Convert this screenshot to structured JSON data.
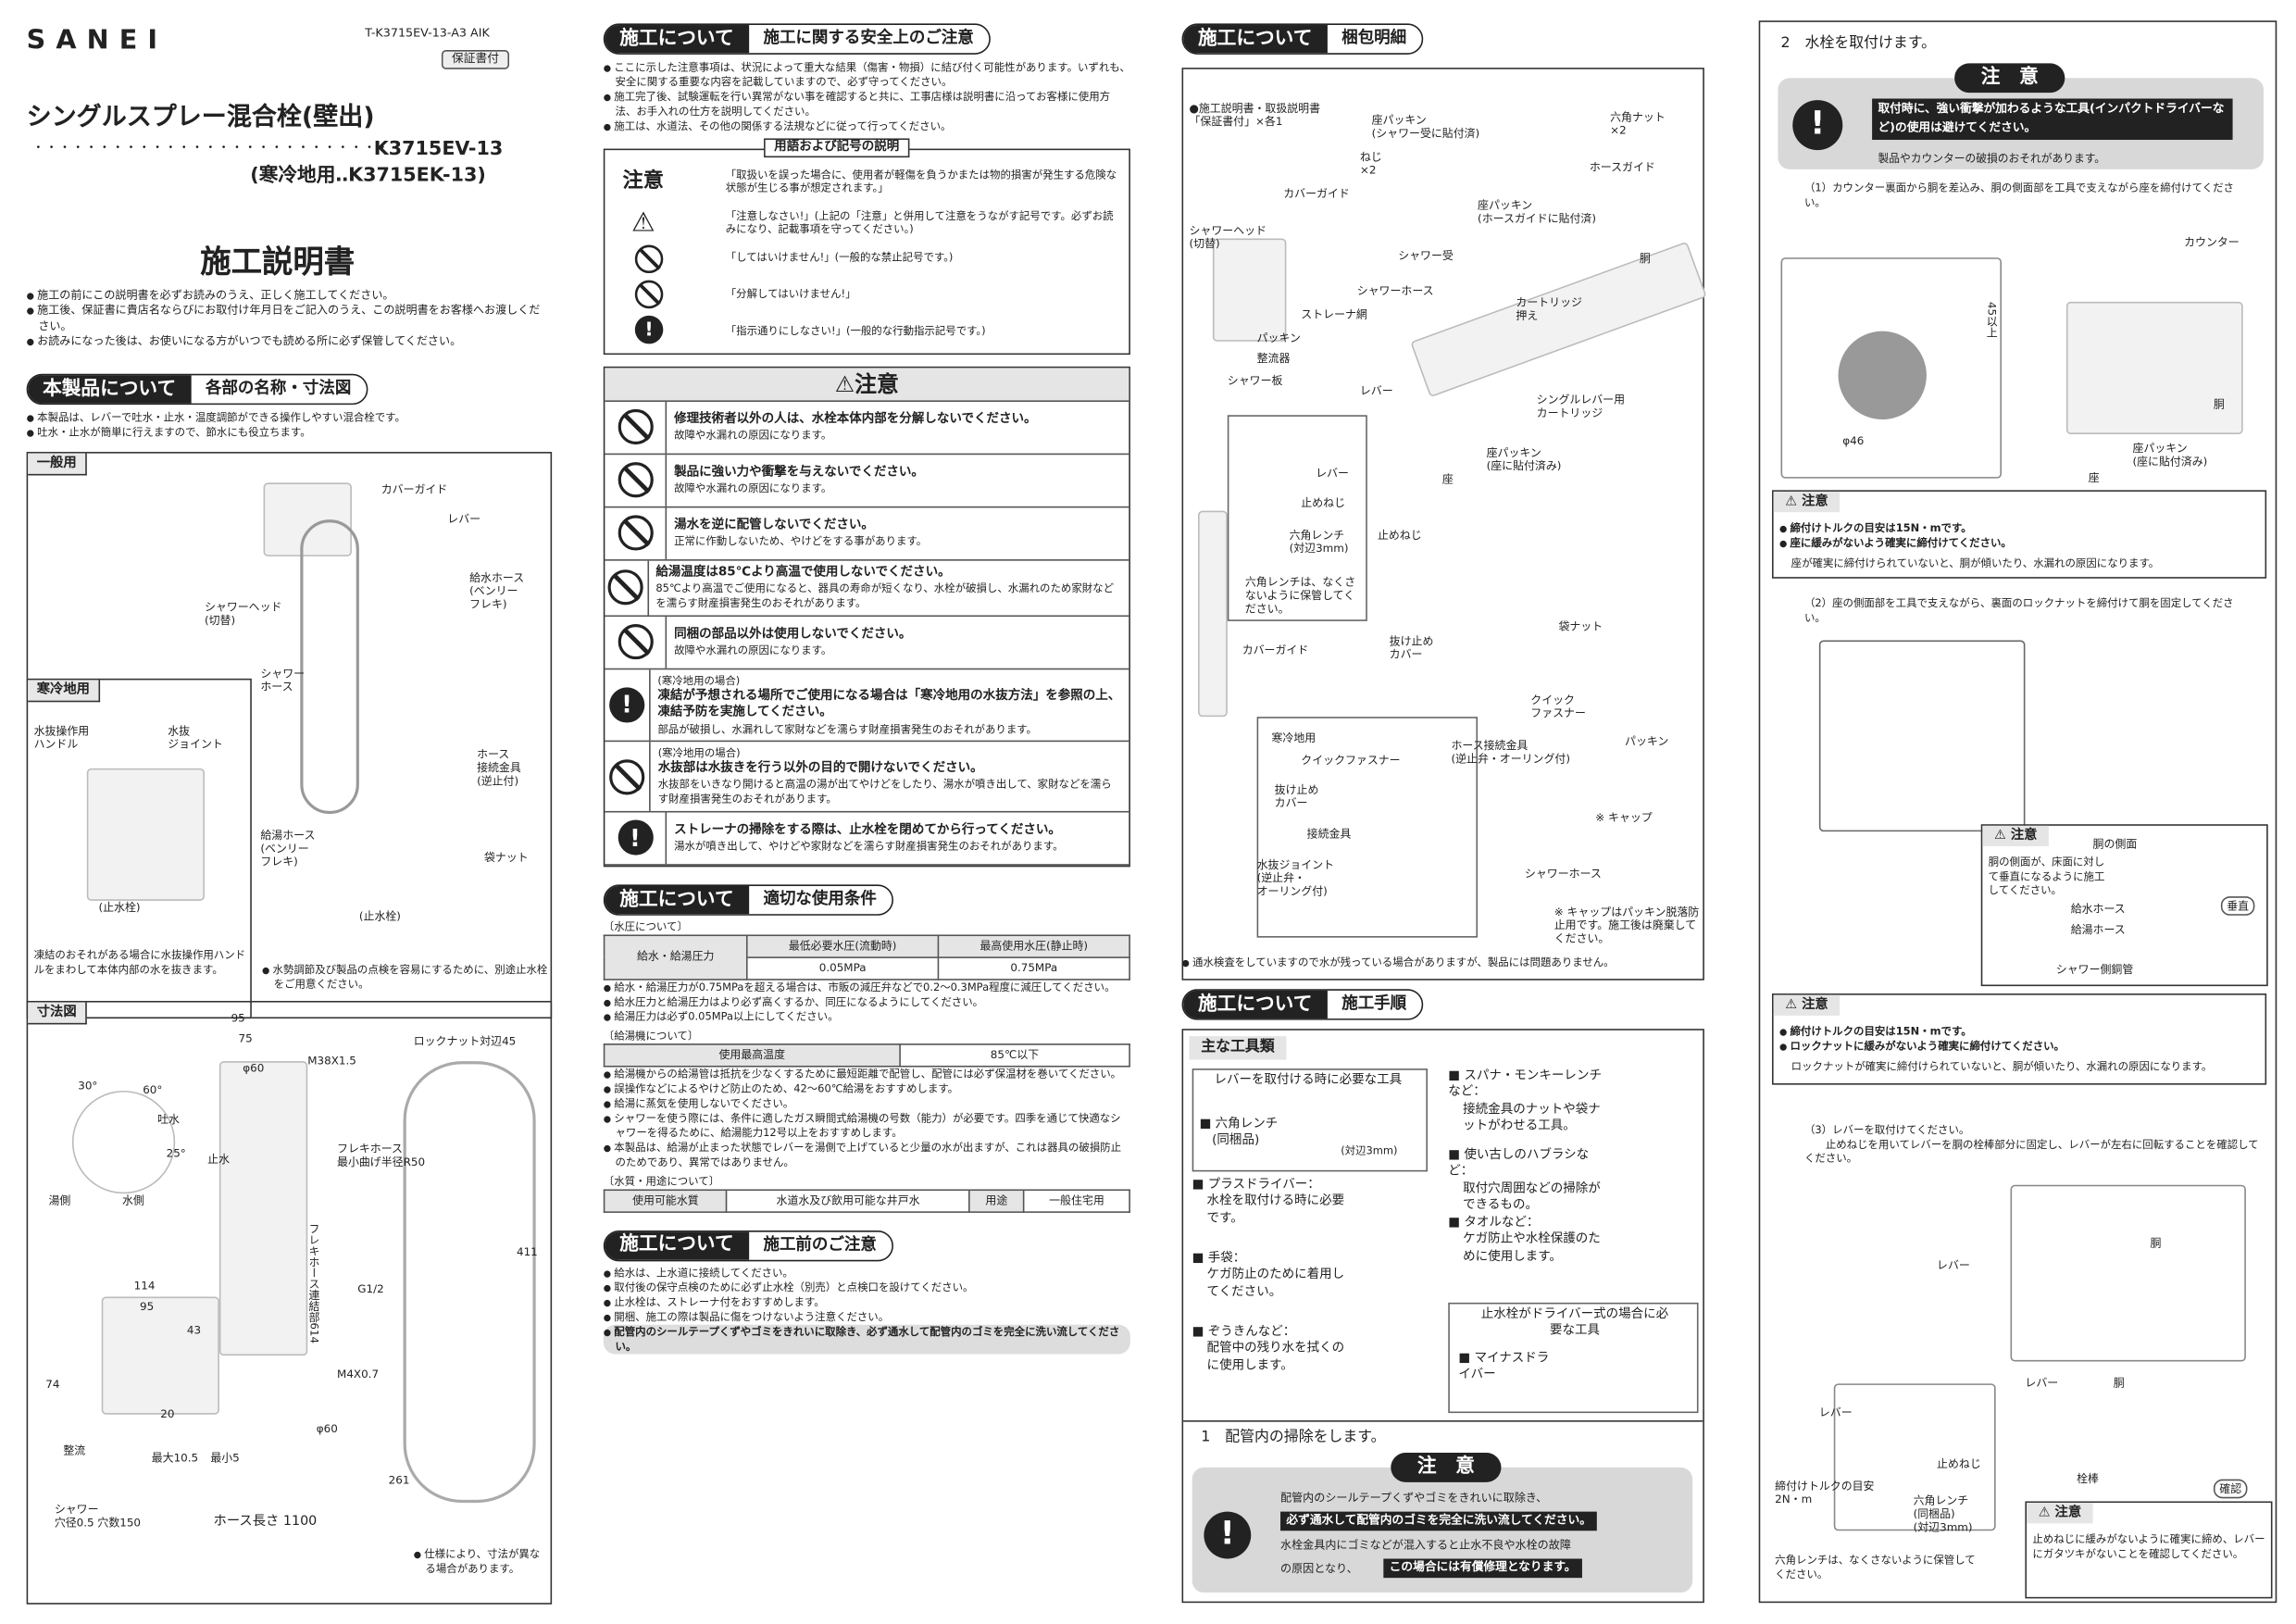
{
  "header": {
    "brand": "SANEI",
    "doc_code": "T-K3715EV-13-A3 AIK",
    "warranty": "保証書付",
    "title": "シングルスプレー混合栓(壁出)",
    "dots": "・・・・・・・・・・・・・・・・・・・・・・・・・・・・・・",
    "model": "K3715EV-13",
    "model_cold": "(寒冷地用‥K3715EK-13)",
    "manual_title": "施工説明書",
    "intro": [
      "施工の前にこの説明書を必ずお読みのうえ、正しく施工してください。",
      "施工後、保証書に貴店名ならびにお取付け年月日をご記入のうえ、この説明書をお客様へお渡しください。",
      "お読みになった後は、お使いになる方がいつでも読める所に必ず保管してください。"
    ]
  },
  "product": {
    "pill_a": "本製品について",
    "pill_b": "各部の名称・寸法図",
    "bullets": [
      "本製品は、レバーで吐水・止水・温度調節ができる操作しやすい混合栓です。",
      "吐水・止水が簡単に行えますので、節水にも役立ちます。"
    ],
    "general": {
      "tag": "一般用",
      "labels": [
        "カバーガイド",
        "レバー",
        "シャワーヘッド\n(切替)",
        "給水ホース\n(ベンリー\nフレキ)",
        "シャワー\nホース",
        "ホース\n接続金具\n(逆止付)",
        "給湯ホース\n(ベンリー\nフレキ)",
        "袋ナット",
        "(止水栓)",
        "(止水栓)"
      ]
    },
    "cold": {
      "tag": "寒冷地用",
      "labels": [
        "水抜操作用\nハンドル",
        "水抜\nジョイント"
      ],
      "note": "凍結のおそれがある場合に水抜操作用ハンドルをまわして本体内部の水を抜きます。"
    },
    "note2": "水勢調節及び製品の点検を容易にするために、別途止水栓をご用意ください。",
    "dims": {
      "tag": "寸法図",
      "labels": [
        "95",
        "75",
        "φ60",
        "M38X1.5",
        "ロックナット対辺45",
        "30°",
        "60°",
        "吐水",
        "25°",
        "止水",
        "湯側",
        "水側",
        "フレキホース\n最小曲げ半径R50",
        "フレキホース連結部614",
        "411",
        "114",
        "95",
        "43",
        "74",
        "20",
        "G1/2",
        "M4X0.7",
        "整流",
        "最大10.5",
        "最小5",
        "φ60",
        "シャワー\n穴径0.5 穴数150",
        "ホース長さ 1100",
        "261"
      ],
      "note": "仕様により、寸法が異なる場合があります。"
    }
  },
  "safety": {
    "pill_a": "施工について",
    "pill_b": "施工に関する安全上のご注意",
    "bullets": [
      "ここに示した注意事項は、状況によって重大な結果（傷害・物損）に結び付く可能性があります。いずれも、安全に関する重要な内容を記載していますので、必ず守ってください。",
      "施工完了後、試験運転を行い異常がない事を確認すると共に、工事店様は説明書に沿ってお客様に使用方法、お手入れの仕方を説明してください。",
      "施工は、水道法、その他の関係する法規などに従って行ってください。"
    ],
    "legend_title": "用語および記号の説明",
    "legend_head": "注意",
    "legend": [
      "「取扱いを誤った場合に、使用者が軽傷を負うかまたは物的損害が発生する危険な状態が生じる事が想定されます。」",
      "「注意しなさい!」(上記の「注意」と併用して注意をうながす記号です。必ずお読みになり、記載事項を守ってください。)",
      "「してはいけません!」(一般的な禁止記号です。)",
      "「分解してはいけません!」",
      "「指示通りにしなさい!」(一般的な行動指示記号です。)"
    ],
    "caution_title": "注意",
    "cautions": [
      {
        "icon": "no-disassemble",
        "pre": "",
        "main": "修理技術者以外の人は、水栓本体内部を分解しないでください。",
        "sub": "故障や水漏れの原因になります。"
      },
      {
        "icon": "prohibit",
        "pre": "",
        "main": "製品に強い力や衝撃を与えないでください。",
        "sub": "故障や水漏れの原因になります。"
      },
      {
        "icon": "prohibit",
        "pre": "",
        "main": "湯水を逆に配管しないでください。",
        "sub": "正常に作動しないため、やけどをする事があります。"
      },
      {
        "icon": "prohibit",
        "pre": "",
        "main": "給湯温度は85℃より高温で使用しないでください。",
        "sub": "85℃より高温でご使用になると、器具の寿命が短くなり、水栓が破損し、水漏れのため家財などを濡らす財産損害発生のおそれがあります。"
      },
      {
        "icon": "prohibit",
        "pre": "",
        "main": "同梱の部品以外は使用しないでください。",
        "sub": "故障や水漏れの原因になります。"
      },
      {
        "icon": "instruct",
        "pre": "(寒冷地用の場合)",
        "main": "凍結が予想される場所でご使用になる場合は「寒冷地用の水抜方法」を参照の上、凍結予防を実施してください。",
        "sub": "部品が破損し、水漏れして家財などを濡らす財産損害発生のおそれがあります。"
      },
      {
        "icon": "prohibit",
        "pre": "(寒冷地用の場合)",
        "main": "水抜部は水抜きを行う以外の目的で開けないでください。",
        "sub": "水抜部をいきなり開けると高温の湯が出てやけどをしたり、湯水が噴き出して、家財などを濡らす財産損害発生のおそれがあります。"
      },
      {
        "icon": "instruct",
        "pre": "",
        "main": "ストレーナの掃除をする際は、止水栓を閉めてから行ってください。",
        "sub": "湯水が噴き出して、やけどや家財などを濡らす財産損害発生のおそれがあります。"
      }
    ]
  },
  "conditions": {
    "pill_a": "施工について",
    "pill_b": "適切な使用条件",
    "pressure_head": "〔水圧について〕",
    "pressure_table": {
      "headers": [
        "",
        "最低必要水圧(流動時)",
        "最高使用水圧(静止時)"
      ],
      "row": [
        "給水・給湯圧力",
        "0.05MPa",
        "0.75MPa"
      ]
    },
    "pressure_notes": [
      "給水・給湯圧力が0.75MPaを超える場合は、市販の減圧弁などで0.2～0.3MPa程度に減圧してください。",
      "給水圧力と給湯圧力はより必ず高くするか、同圧になるようにしてください。",
      "給湯圧力は必ず0.05MPa以上にしてください。"
    ],
    "heater_head": "〔給湯機について〕",
    "heater_table": [
      "使用最高温度",
      "85℃以下"
    ],
    "heater_notes": [
      "給湯機からの給湯管は抵抗を少なくするために最短距離で配管し、配管には必ず保温材を巻いてください。",
      "誤操作などによるやけど防止のため、42～60℃給湯をおすすめします。",
      "給湯に蒸気を使用しないでください。",
      "シャワーを使う際には、条件に適したガス瞬間式給湯機の号数（能力）が必要です。四季を通じて快適なシャワーを得るために、給湯能力12号以上をおすすめします。",
      "本製品は、給湯が止まった状態でレバーを湯側で上げていると少量の水が出ますが、これは器具の破損防止のためであり、異常ではありません。"
    ],
    "quality_head": "〔水質・用途について〕",
    "quality_table": [
      "使用可能水質",
      "水道水及び飲用可能な井戸水",
      "用途",
      "一般住宅用"
    ]
  },
  "before": {
    "pill_a": "施工について",
    "pill_b": "施工前のご注意",
    "bullets": [
      "給水は、上水道に接続してください。",
      "取付後の保守点検のために必ず止水栓（別売）と点検口を設けてください。",
      "止水栓は、ストレーナ付をおすすめします。",
      "開梱、施工の際は製品に傷をつけないよう注意ください。",
      "配管内のシールテープくずやゴミをきれいに取除き、必ず通水して配管内のゴミを完全に洗い流してください。"
    ]
  },
  "package": {
    "pill_a": "施工について",
    "pill_b": "梱包明細",
    "labels": [
      "●施工説明書・取扱説明書\n「保証書付」×各1",
      "座パッキン\n(シャワー受に貼付済)",
      "六角ナット\n×2",
      "ねじ\n×2",
      "ホースガイド",
      "カバーガイド",
      "座パッキン\n(ホースガイドに貼付済)",
      "胴",
      "シャワーヘッド\n(切替)",
      "シャワー受",
      "シャワーホース",
      "カートリッジ\n押え",
      "ストレーナ網",
      "パッキン",
      "整流器",
      "シャワー板",
      "レバー",
      "シングルレバー用\nカートリッジ",
      "座パッキン\n(座に貼付済み)",
      "座",
      "レバー",
      "止めねじ",
      "六角レンチ\n(対辺3mm)",
      "止めねじ",
      "六角レンチは、なくさないように保管してください。",
      "カバーガイド",
      "袋ナット",
      "抜け止め\nカバー",
      "クイック\nファスナー",
      "パッキン",
      "ホース接続金具\n(逆止弁・オーリング付)",
      "※ キャップ",
      "寒冷地用",
      "クイックファスナー",
      "抜け止め\nカバー",
      "接続金具",
      "水抜ジョイント\n(逆止弁・\nオーリング付)",
      "シャワーホース",
      "※ キャップはパッキン脱落防止用です。施工後は廃棄してください。"
    ],
    "footnote": "通水検査をしていますので水が残っている場合がありますが、製品には問題ありません。"
  },
  "procedure": {
    "pill_a": "施工について",
    "pill_b": "施工手順",
    "tools_title": "主な工具類",
    "tools_box": "レバーを取付ける時に必要な工具",
    "tools": [
      {
        "name": "六角レンチ",
        "desc": "(同梱品)",
        "extra": "(対辺3mm)"
      },
      {
        "name": "プラスドライバー：",
        "desc": "水栓を取付ける時に必要です。"
      },
      {
        "name": "手袋：",
        "desc": "ケガ防止のために着用してください。"
      },
      {
        "name": "ぞうきんなど：",
        "desc": "配管中の残り水を拭くのに使用します。"
      },
      {
        "name": "スパナ・モンキーレンチなど：",
        "desc": "接続金具のナットや袋ナットがわせる工具。"
      },
      {
        "name": "使い古しのハブラシなど：",
        "desc": "取付穴周囲などの掃除ができるもの。"
      },
      {
        "name": "タオルなど：",
        "desc": "ケガ防止や水栓保護のために使用します。"
      }
    ],
    "driver_box": "止水栓がドライバー式の場合に必要な工具",
    "driver_tool": "マイナスドライバー",
    "step1": "1　配管内の掃除をします。",
    "step1_caution": "注　意",
    "step1_text": [
      "配管内のシールテープくずやゴミをきれいに取除き、",
      "必ず通水して配管内のゴミを完全に洗い流してください。",
      "水栓金具内にゴミなどが混入すると止水不良や水栓の故障",
      "の原因となり、",
      "この場合には有償修理となります。"
    ]
  },
  "install": {
    "step2": "2　水栓を取付けます。",
    "caution": "注　意",
    "caution_text": "取付時に、強い衝撃が加わるような工具(インパクトドライバーなど)の使用は避けてください。",
    "caution_sub": "製品やカウンターの破損のおそれがあります。",
    "sub1": "（1）カウンター裏面から胴を差込み、胴の側面部を工具で支えながら座を締付けてください。",
    "sub1_labels": [
      "カウンター",
      "45以上",
      "φ46",
      "胴",
      "座",
      "座パッキン\n(座に貼付済み)"
    ],
    "note1_title": "注意",
    "note1": [
      "締付けトルクの目安は15N・mです。",
      "座に緩みがないよう確実に締付けてください。"
    ],
    "note1_sub": "座が確実に締付けられていないと、胴が傾いたり、水漏れの原因になります。",
    "sub2": "（2）座の側面部を工具で支えながら、裏面のロックナットを締付けて胴を固定してください。",
    "note2_title": "注意",
    "note2_text": "胴の側面が、床面に対して垂直になるように施工してください。",
    "note2_labels": [
      "胴の側面",
      "給水ホース",
      "給湯ホース",
      "シャワー側銅管",
      "垂直"
    ],
    "note3_title": "注意",
    "note3": [
      "締付けトルクの目安は15N・mです。",
      "ロックナットに緩みがないよう確実に締付けてください。"
    ],
    "note3_sub": "ロックナットが確実に締付けられていないと、胴が傾いたり、水漏れの原因になります。",
    "sub3": "（3）レバーを取付けてください。\n　　止めねじを用いてレバーを胴の栓棒部分に固定し、レバーが左右に回転することを確認してください。",
    "sub3_labels": [
      "胴",
      "レバー",
      "レバー",
      "止めねじ",
      "締付けトルクの目安\n2N・m",
      "六角レンチ\n(同梱品)\n(対辺3mm)",
      "レバー",
      "胴",
      "栓棒",
      "確認"
    ],
    "sub3_note": "六角レンチは、なくさないように保管してください。",
    "note4_title": "注意",
    "note4": "止めねじに緩みがないように確実に締め、レバーにガタツキがないことを確認してください。"
  },
  "colors": {
    "ink": "#222222",
    "panel": "#e8e8e8"
  }
}
